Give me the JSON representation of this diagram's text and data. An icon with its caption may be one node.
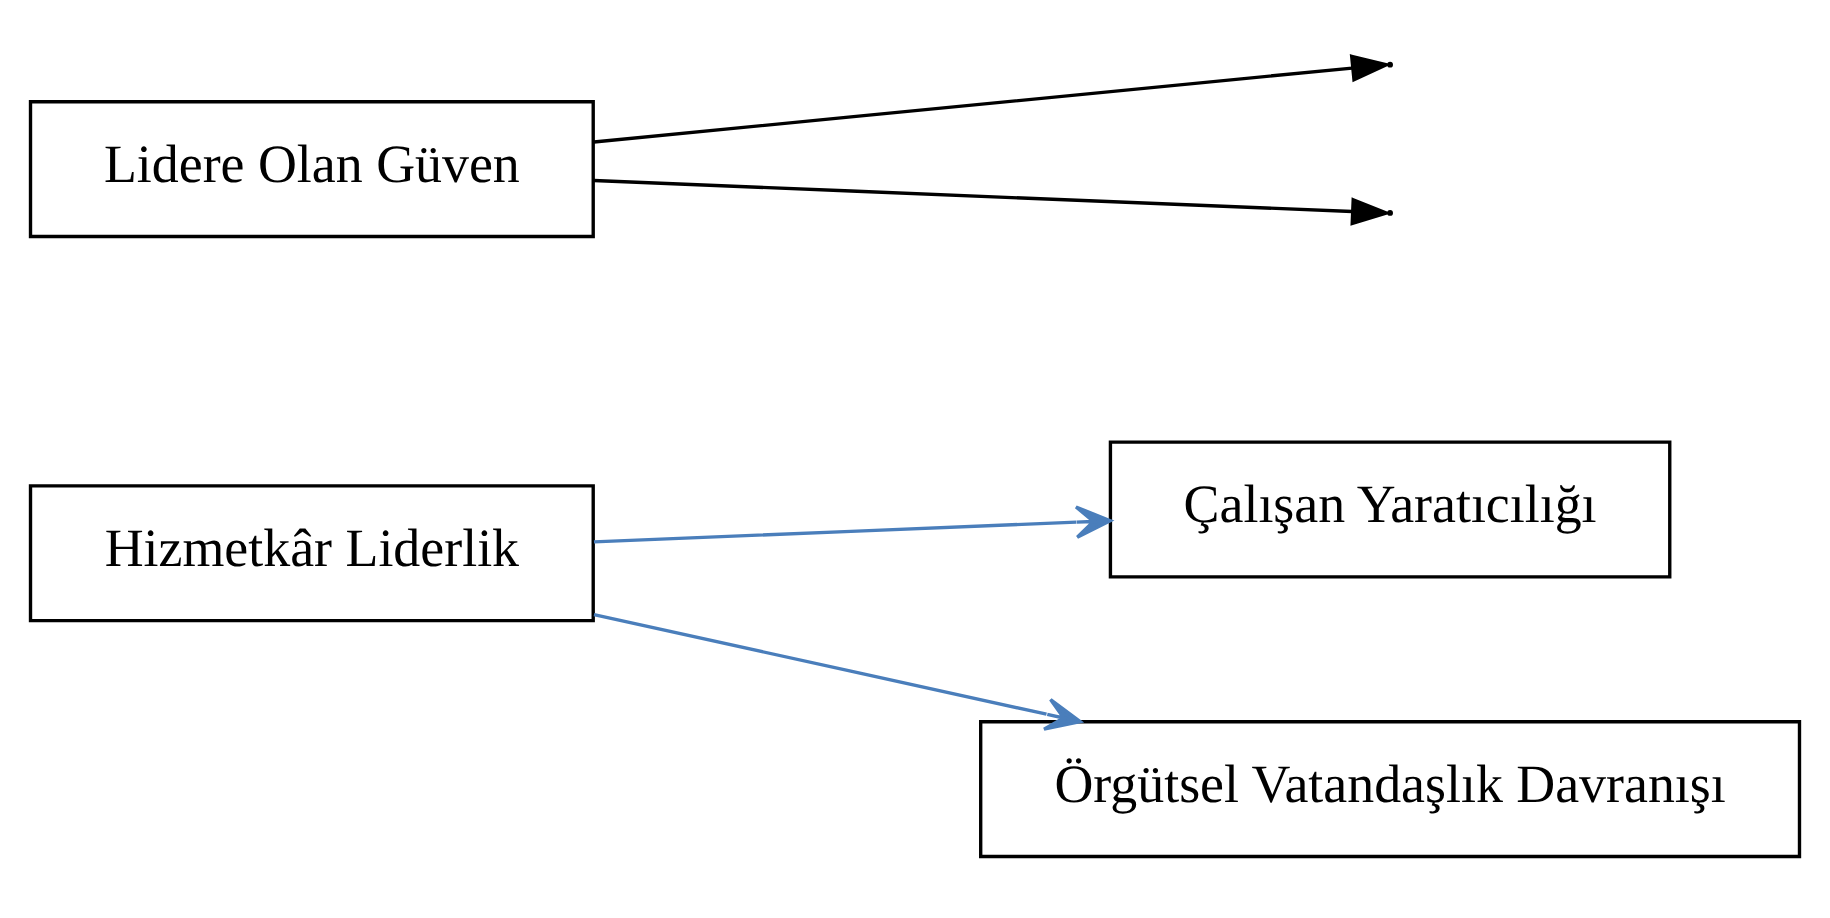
{
  "diagram": {
    "nodes": [
      {
        "text": [
          "Hizmetkâr Liderlik"
        ]
      },
      {
        "text": [
          "Çalışan Yaratıcılığı"
        ]
      },
      {
        "text": [
          "Örgütsel Vatandaşlık Davranışı"
        ]
      },
      {
        "text": [
          "Lidere Olan Güven"
        ]
      }
    ],
    "edges": [
      {
        "from": 0,
        "to": 1,
        "arrow": "to",
        "color": "#4a7ebb"
      },
      {
        "from": 0,
        "to": 2,
        "arrow": "to",
        "color": "#4a7ebb"
      },
      {
        "from": 3,
        "to": null,
        "arrow": "to",
        "color": "#000000"
      },
      {
        "from": 3,
        "to": null,
        "arrow": "to",
        "color": "#000000"
      }
    ]
  }
}
